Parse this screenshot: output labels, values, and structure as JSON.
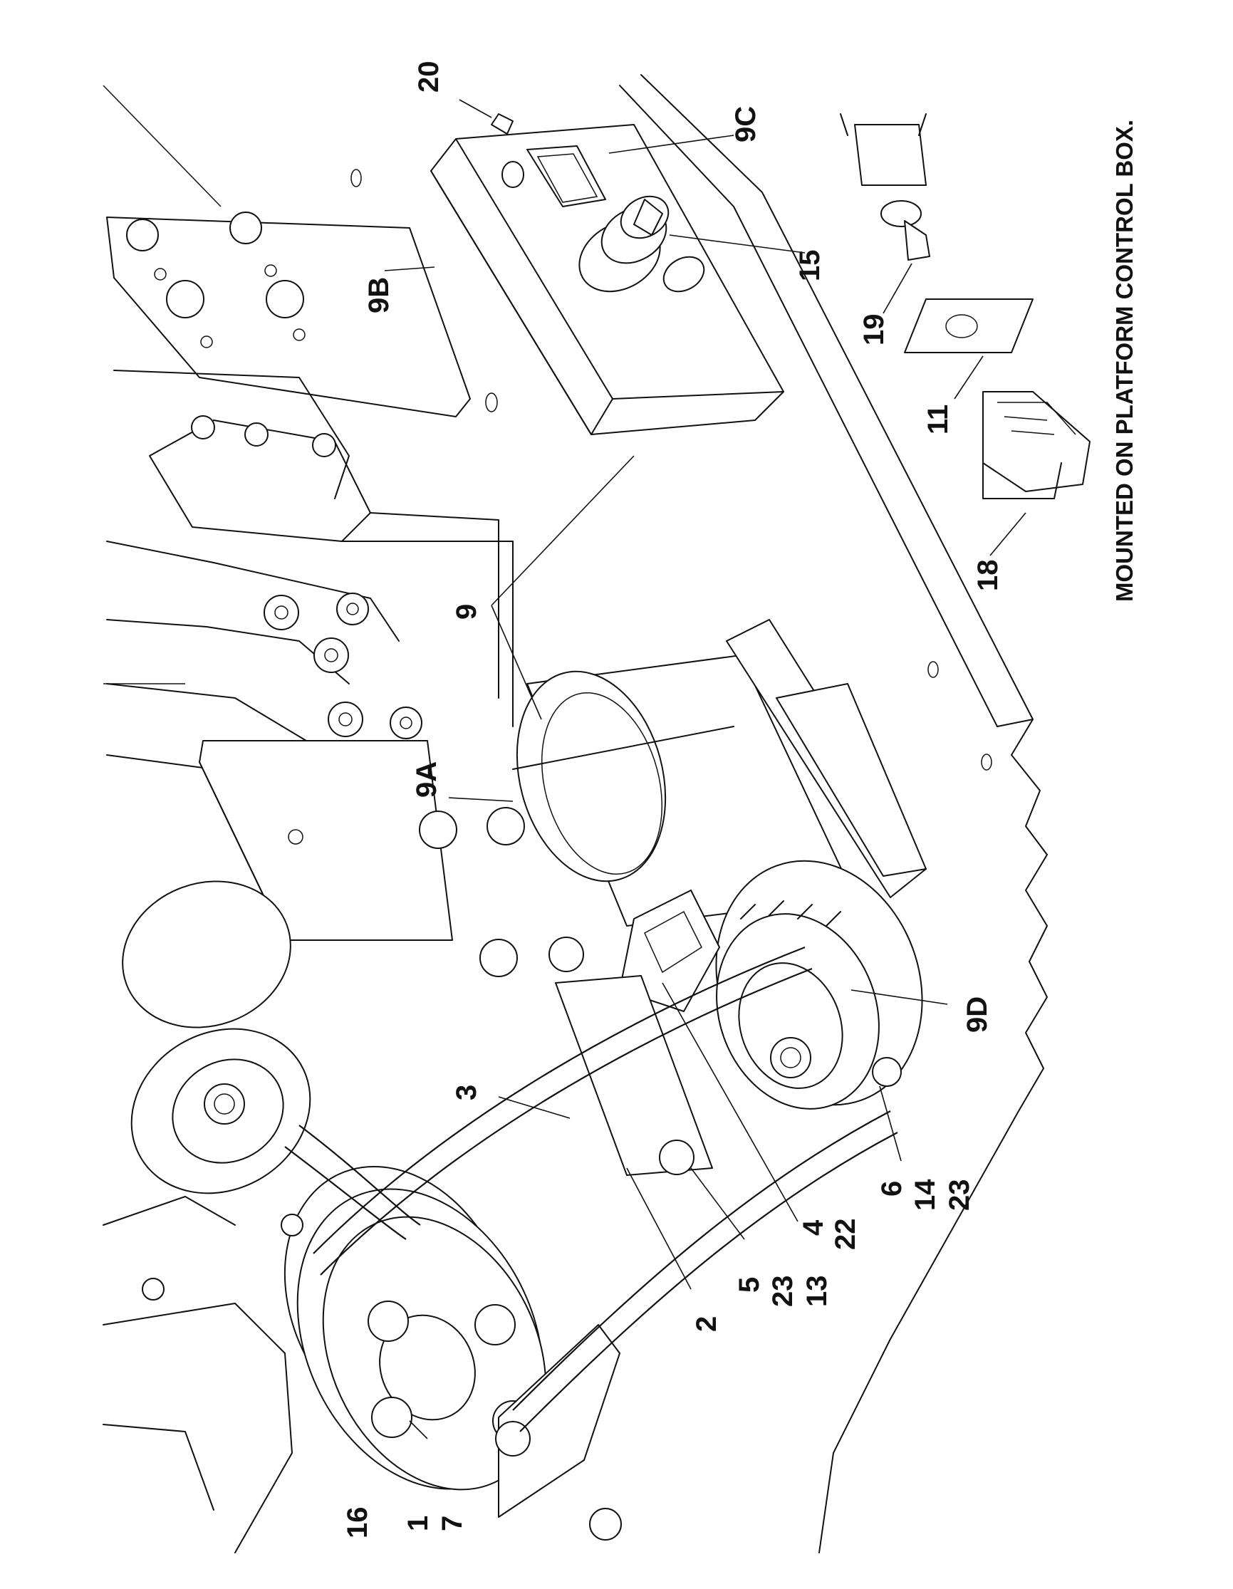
{
  "callouts": {
    "c20": "20",
    "c9C": "9C",
    "c9B": "9B",
    "c15": "15",
    "c19": "19",
    "c11": "11",
    "c18": "18",
    "c9": "9",
    "c9A": "9A",
    "c9D": "9D",
    "c3": "3",
    "c6": "6",
    "c14": "14",
    "c23a": "23",
    "c4": "4",
    "c22": "22",
    "c5": "5",
    "c23b": "23",
    "c13": "13",
    "c2": "2",
    "c16": "16",
    "c1": "1",
    "c7": "7"
  },
  "note": "MOUNTED ON PLATFORM CONTROL BOX."
}
